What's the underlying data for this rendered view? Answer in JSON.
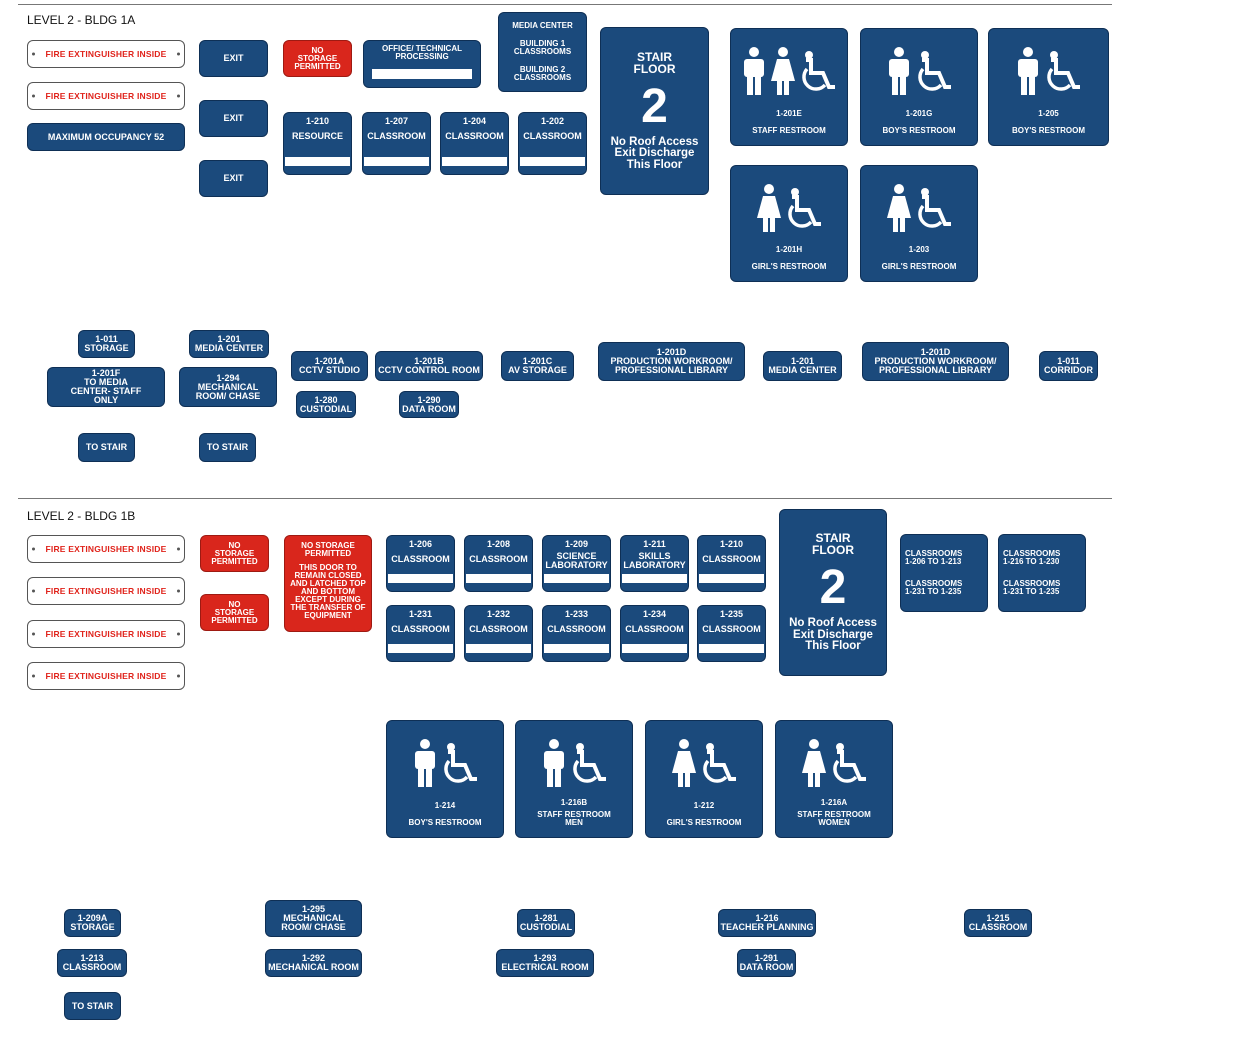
{
  "sections": {
    "s1": "LEVEL 2 - BLDG 1A",
    "s2": "LEVEL 2 - BLDG 1B"
  },
  "fire_label": "FIRE EXTINGUISHER INSIDE",
  "a": {
    "max_occ": "MAXIMUM OCCUPANCY 52",
    "exit": "EXIT",
    "no_storage": "NO STORAGE PERMITTED",
    "office": "OFFICE/ TECHNICAL PROCESSING",
    "media_dir": [
      "MEDIA CENTER",
      "BUILDING 1 CLASSROOMS",
      "BUILDING 2 CLASSROOMS"
    ],
    "stair": {
      "s1": "STAIR FLOOR",
      "n": "2",
      "s2": "No Roof Access Exit Discharge This Floor"
    },
    "rooms": [
      {
        "num": "1-210",
        "name": "RESOURCE"
      },
      {
        "num": "1-207",
        "name": "CLASSROOM"
      },
      {
        "num": "1-204",
        "name": "CLASSROOM"
      },
      {
        "num": "1-202",
        "name": "CLASSROOM"
      }
    ],
    "restrooms": [
      {
        "num": "1-201E",
        "name": "STAFF RESTROOM"
      },
      {
        "num": "1-201G",
        "name": "BOY'S RESTROOM"
      },
      {
        "num": "1-205",
        "name": "BOY'S RESTROOM"
      },
      {
        "num": "1-201H",
        "name": "GIRL'S RESTROOM"
      },
      {
        "num": "1-203",
        "name": "GIRL'S RESTROOM"
      }
    ],
    "small": [
      {
        "num": "1-011",
        "name": "STORAGE"
      },
      {
        "num": "1-201",
        "name": "MEDIA CENTER"
      },
      {
        "num": "1-201F",
        "name": "TO MEDIA CENTER- STAFF ONLY"
      },
      {
        "num": "1-294",
        "name": "MECHANICAL ROOM/ CHASE"
      },
      {
        "num": "1-201A",
        "name": "CCTV STUDIO"
      },
      {
        "num": "1-201B",
        "name": "CCTV CONTROL ROOM"
      },
      {
        "num": "1-201C",
        "name": "AV STORAGE"
      },
      {
        "num": "1-201D",
        "name": "PRODUCTION WORKROOM/ PROFESSIONAL LIBRARY"
      },
      {
        "num": "1-201",
        "name": "MEDIA CENTER"
      },
      {
        "num": "1-201D",
        "name": "PRODUCTION WORKROOM/ PROFESSIONAL LIBRARY"
      },
      {
        "num": "1-011",
        "name": "CORRIDOR"
      },
      {
        "num": "1-280",
        "name": "CUSTODIAL"
      },
      {
        "num": "1-290",
        "name": "DATA ROOM"
      }
    ],
    "to_stair": "TO STAIR"
  },
  "b": {
    "no_storage": "NO STORAGE PERMITTED",
    "door_text": "THIS DOOR TO REMAIN CLOSED AND LATCHED TOP AND BOTTOM EXCEPT DURING THE TRANSFER OF EQUIPMENT",
    "rooms1": [
      {
        "num": "1-206",
        "name": "CLASSROOM"
      },
      {
        "num": "1-208",
        "name": "CLASSROOM"
      },
      {
        "num": "1-209",
        "name": "SCIENCE LABORATORY"
      },
      {
        "num": "1-211",
        "name": "SKILLS LABORATORY"
      },
      {
        "num": "1-210",
        "name": "CLASSROOM"
      }
    ],
    "rooms2": [
      {
        "num": "1-231",
        "name": "CLASSROOM"
      },
      {
        "num": "1-232",
        "name": "CLASSROOM"
      },
      {
        "num": "1-233",
        "name": "CLASSROOM"
      },
      {
        "num": "1-234",
        "name": "CLASSROOM"
      },
      {
        "num": "1-235",
        "name": "CLASSROOM"
      }
    ],
    "dir1": [
      "CLASSROOMS 1-206 TO 1-213",
      "CLASSROOMS 1-231 TO 1-235"
    ],
    "dir2": [
      "CLASSROOMS 1-216 TO 1-230",
      "CLASSROOMS 1-231 TO 1-235"
    ],
    "restrooms": [
      {
        "num": "1-214",
        "name": "BOY'S RESTROOM"
      },
      {
        "num": "1-216B",
        "name": "STAFF RESTROOM MEN"
      },
      {
        "num": "1-212",
        "name": "GIRL'S RESTROOM"
      },
      {
        "num": "1-216A",
        "name": "STAFF RESTROOM WOMEN"
      }
    ],
    "small": [
      {
        "num": "1-209A",
        "name": "STORAGE"
      },
      {
        "num": "1-213",
        "name": "CLASSROOM"
      },
      {
        "num": "1-295",
        "name": "MECHANICAL ROOM/ CHASE"
      },
      {
        "num": "1-292",
        "name": "MECHANICAL ROOM"
      },
      {
        "num": "1-281",
        "name": "CUSTODIAL"
      },
      {
        "num": "1-293",
        "name": "ELECTRICAL ROOM"
      },
      {
        "num": "1-216",
        "name": "TEACHER PLANNING"
      },
      {
        "num": "1-291",
        "name": "DATA ROOM"
      },
      {
        "num": "1-215",
        "name": "CLASSROOM"
      }
    ]
  },
  "colors": {
    "sign_blue": "#1b4a7c",
    "sign_red": "#d9261c"
  }
}
